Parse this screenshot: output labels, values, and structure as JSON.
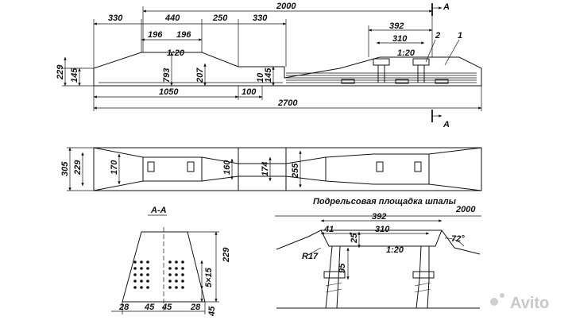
{
  "side_view": {
    "dims_top": [
      "330",
      "440",
      "250",
      "330",
      "2000",
      "196",
      "196",
      "392",
      "310"
    ],
    "slope": "1:20",
    "heights": [
      "229",
      "145",
      "793",
      "207",
      "145",
      "10"
    ],
    "lower": [
      "1050",
      "100",
      "2700"
    ],
    "callouts": [
      "1",
      "2"
    ],
    "section_mark": "А"
  },
  "plan_view": {
    "dims": [
      "305",
      "229",
      "170",
      "160",
      "174",
      "255"
    ]
  },
  "section": {
    "title": "А-А",
    "dims": [
      "229",
      "5×15",
      "45",
      "28",
      "45",
      "45",
      "28"
    ]
  },
  "rail_seat": {
    "title": "Подрельсовая площадка шпалы",
    "dims": [
      "2000",
      "392",
      "41",
      "25",
      "310",
      "72°",
      "R17",
      "95"
    ],
    "slope": "1:20"
  },
  "watermark": "Avito"
}
